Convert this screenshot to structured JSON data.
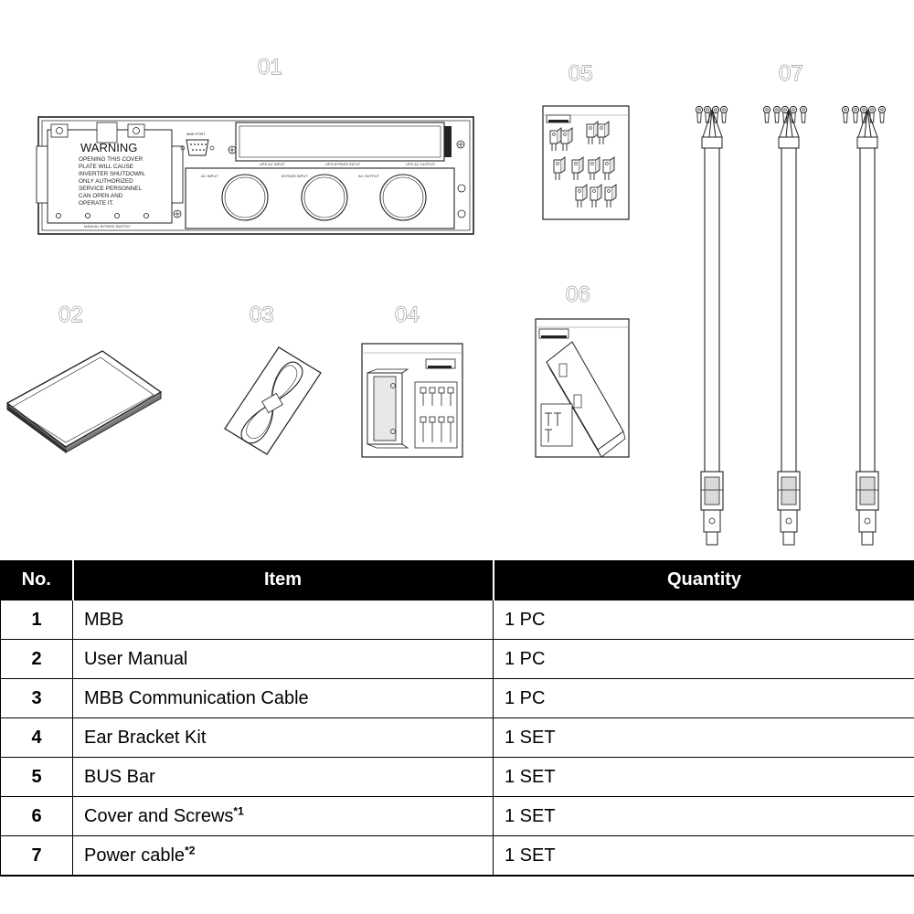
{
  "figure": {
    "callouts": [
      "01",
      "02",
      "03",
      "04",
      "05",
      "06",
      "07"
    ],
    "mbb_panel": {
      "warning_title": "WARNING",
      "warning_lines": [
        "OPENING THIS COVER",
        "PLATE WILL CAUSE",
        "INVERTER SHUTDOWN.",
        "ONLY AUTHORIZED",
        "SERVICE PERSONNEL",
        "CAN OPEN AND",
        "OPERATE IT."
      ],
      "switch_label": "MANUAL BYPASS SWITCH",
      "port_label": "MBB PORT",
      "upper_labels": [
        "UPS AC INPUT",
        "UPS BYPASS INPUT",
        "UPS AC OUTPUT"
      ],
      "lower_labels": [
        "AC INPUT",
        "BYPASS INPUT",
        "AC OUTPUT"
      ]
    }
  },
  "table": {
    "headers": [
      "No.",
      "Item",
      "Quantity"
    ],
    "rows": [
      {
        "no": "1",
        "item": "MBB",
        "note": "",
        "qty": "1 PC"
      },
      {
        "no": "2",
        "item": "User Manual",
        "note": "",
        "qty": "1 PC"
      },
      {
        "no": "3",
        "item": "MBB Communication Cable",
        "note": "",
        "qty": "1 PC"
      },
      {
        "no": "4",
        "item": "Ear Bracket Kit",
        "note": "",
        "qty": "1 SET"
      },
      {
        "no": "5",
        "item": "BUS Bar",
        "note": "",
        "qty": "1 SET"
      },
      {
        "no": "6",
        "item": "Cover and Screws",
        "note": "*1",
        "qty": "1 SET"
      },
      {
        "no": "7",
        "item": "Power cable",
        "note": "*2",
        "qty": "1 SET"
      }
    ]
  }
}
